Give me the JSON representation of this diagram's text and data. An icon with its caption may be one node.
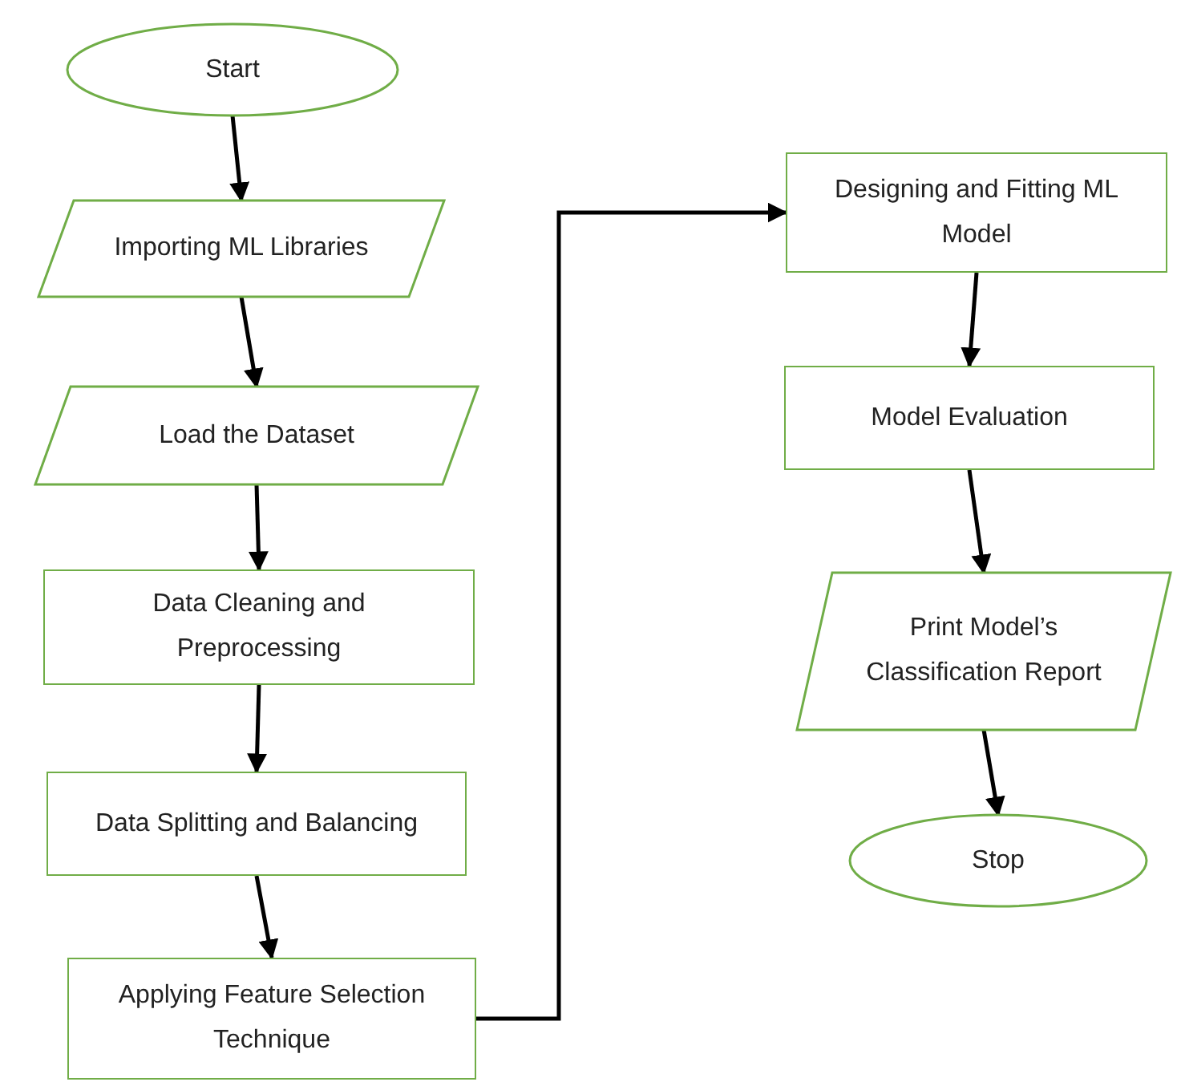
{
  "diagram": {
    "nodes": [
      {
        "text": [
          "Start"
        ]
      },
      {
        "text": [
          "Importing ML Libraries"
        ]
      },
      {
        "text": [
          "Load the Dataset"
        ]
      },
      {
        "text": [
          "Data Cleaning and Preprocessing"
        ]
      },
      {
        "text": [
          "Data Splitting and Balancing"
        ]
      },
      {
        "text": [
          "Applying Feature Selection Technique"
        ]
      },
      {
        "text": [
          "Designing and Fitting ML Model"
        ]
      },
      {
        "text": [
          "Model Evaluation"
        ]
      },
      {
        "text": [
          "Print Model’s Classification Report"
        ]
      },
      {
        "text": [
          "Stop"
        ]
      }
    ],
    "edges": [
      {
        "from": 0,
        "to": 1,
        "arrow": "to"
      },
      {
        "from": 1,
        "to": 2,
        "arrow": "to"
      },
      {
        "from": 2,
        "to": 3,
        "arrow": "to"
      },
      {
        "from": 3,
        "to": 4,
        "arrow": "to"
      },
      {
        "from": 4,
        "to": 5,
        "arrow": "to"
      },
      {
        "from": 5,
        "to": 6,
        "arrow": "to"
      },
      {
        "from": 6,
        "to": 7,
        "arrow": "to"
      },
      {
        "from": 7,
        "to": 8,
        "arrow": "to"
      },
      {
        "from": 8,
        "to": 9,
        "arrow": "to"
      }
    ]
  }
}
